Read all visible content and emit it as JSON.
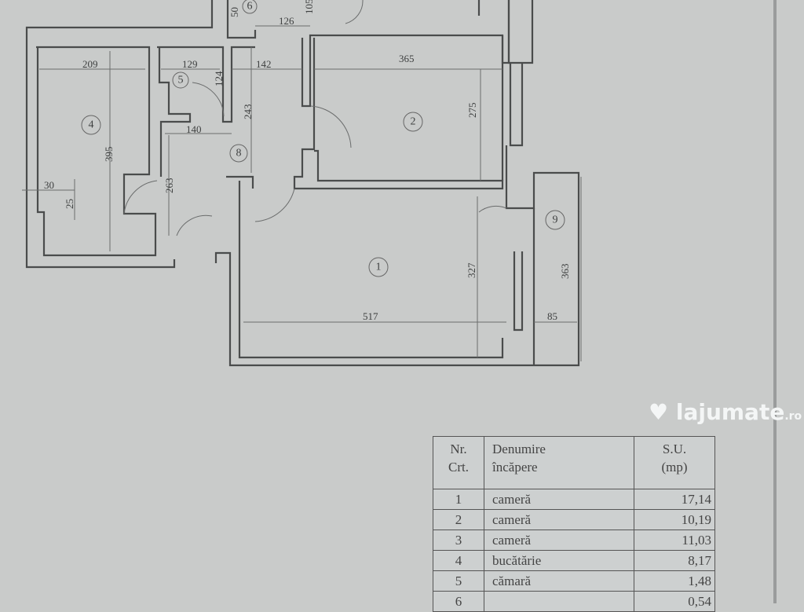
{
  "plan": {
    "rooms": [
      "1",
      "2",
      "4",
      "5",
      "6",
      "8",
      "9"
    ],
    "dimensions": {
      "d209": "209",
      "d395": "395",
      "d30": "30",
      "d25": "25",
      "d129": "129",
      "d124": "124",
      "d140": "140",
      "d142": "142",
      "d126": "126",
      "d243": "243",
      "d263": "263",
      "d365": "365",
      "d275": "275",
      "d517": "517",
      "d327": "327",
      "d85": "85",
      "d363": "363",
      "d105": "105",
      "d50": "50"
    }
  },
  "table": {
    "headers": [
      "Nr.\nCrt.",
      "Denumire\nîncăpere",
      "S.U.\n(mp)"
    ],
    "rows": [
      {
        "nr": "1",
        "name": "cameră",
        "area": "17,14"
      },
      {
        "nr": "2",
        "name": "cameră",
        "area": "10,19"
      },
      {
        "nr": "3",
        "name": "cameră",
        "area": "11,03"
      },
      {
        "nr": "4",
        "name": "bucătărie",
        "area": "8,17"
      },
      {
        "nr": "5",
        "name": "cămară",
        "area": "1,48"
      },
      {
        "nr": "6",
        "name": "",
        "area": "0,54"
      }
    ]
  },
  "watermark": {
    "brand": "lajumate",
    "tld": ".ro"
  }
}
